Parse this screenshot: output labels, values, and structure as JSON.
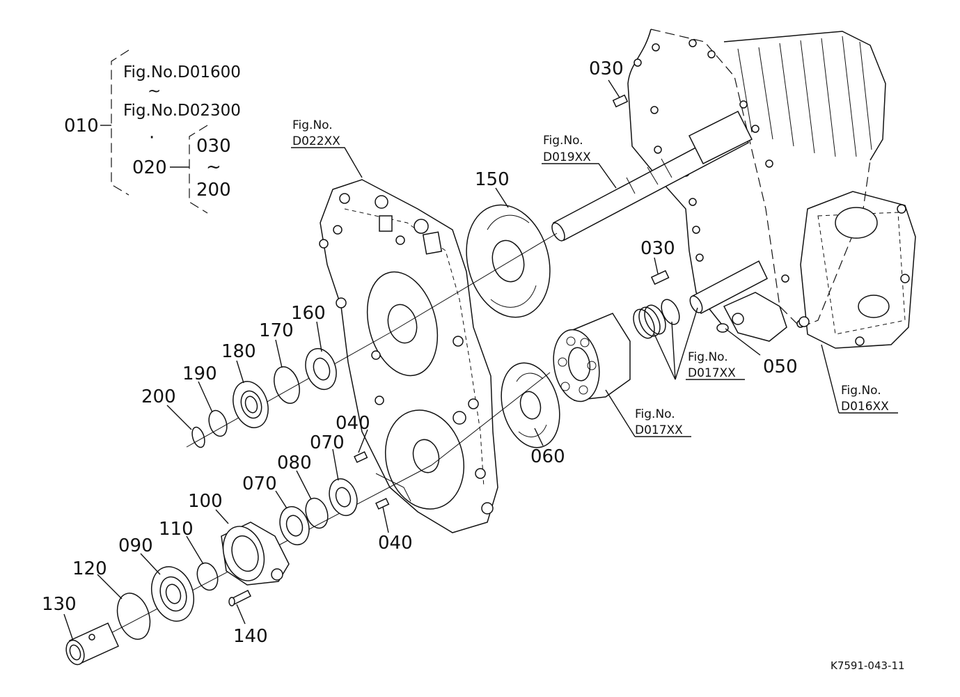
{
  "legend": {
    "top_ref": "Fig.No.D01600",
    "tilde_1": "~",
    "bottom_ref": "Fig.No.D02300",
    "dot": "·",
    "item_010": "010",
    "item_020": "020",
    "sub_030": "030",
    "tilde_2": "~",
    "sub_200": "200"
  },
  "callouts": {
    "p030a": "030",
    "p030b": "030",
    "p050": "050",
    "p150": "150",
    "p160": "160",
    "p170": "170",
    "p180": "180",
    "p190": "190",
    "p200": "200",
    "p040a": "040",
    "p040b": "040",
    "p070a": "070",
    "p070b": "070",
    "p080": "080",
    "p060": "060",
    "p100": "100",
    "p110": "110",
    "p090": "090",
    "p120": "120",
    "p130": "130",
    "p140": "140"
  },
  "fig_refs": {
    "d022_fig": "Fig.No.",
    "d022_code": "D022XX",
    "d019_fig": "Fig.No.",
    "d019_code": "D019XX",
    "d017a_fig": "Fig.No.",
    "d017a_code": "D017XX",
    "d017b_fig": "Fig.No.",
    "d017b_code": "D017XX",
    "d016_fig": "Fig.No.",
    "d016_code": "D016XX"
  },
  "drawing_code": "K7591-043-11"
}
